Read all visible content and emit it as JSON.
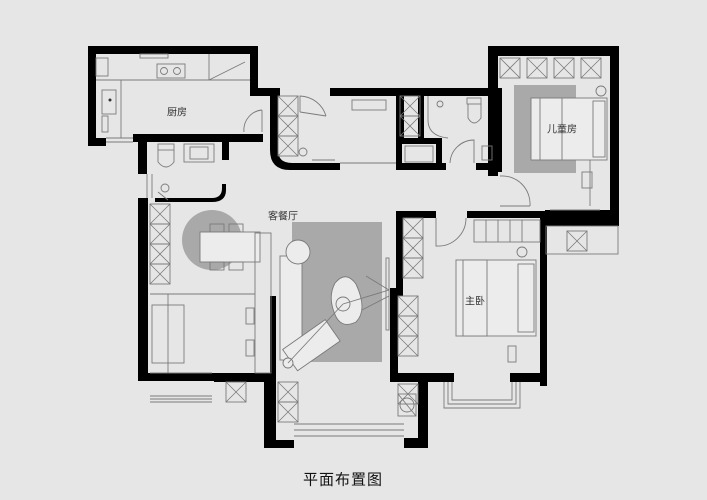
{
  "plan": {
    "caption": "平面布置图",
    "rooms": {
      "kitchen": "厨房",
      "kids_room": "儿童房",
      "living_dining": "客餐厅",
      "master_bedroom": "主卧"
    },
    "colors": {
      "background": "#e6e6e6",
      "wall": "#000000",
      "rug": "#a9a9a9",
      "line": "#7a7a7a"
    }
  }
}
